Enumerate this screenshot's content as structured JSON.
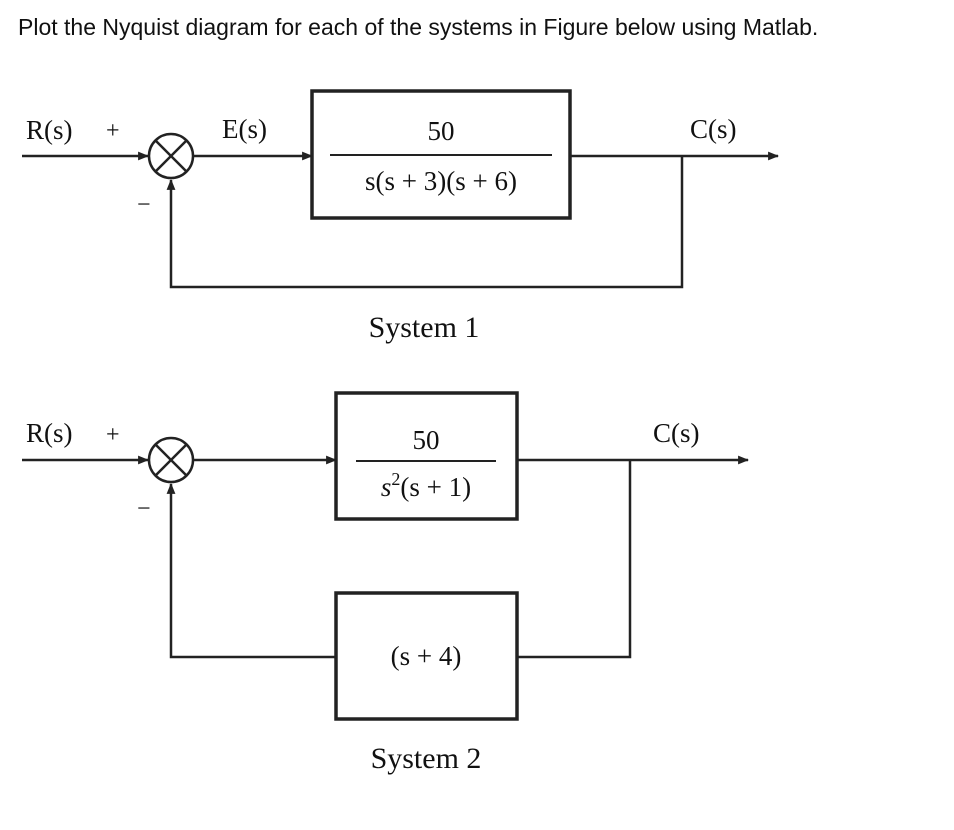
{
  "prompt": "Plot the Nyquist diagram for each of the systems in Figure below using Matlab.",
  "system1": {
    "input_label": "R(s)",
    "plus_sign": "+",
    "minus_sign": "−",
    "error_label": "E(s)",
    "tf_numerator": "50",
    "tf_denominator": "s(s + 3)(s + 6)",
    "output_label": "C(s)",
    "caption": "System 1"
  },
  "system2": {
    "input_label": "R(s)",
    "plus_sign": "+",
    "minus_sign": "−",
    "tf_numerator": "50",
    "tf_denominator_s": "s",
    "tf_denominator_exp": "2",
    "tf_denominator_rest": "(s + 1)",
    "feedback_tf": "(s + 4)",
    "output_label": "C(s)",
    "caption": "System 2"
  }
}
